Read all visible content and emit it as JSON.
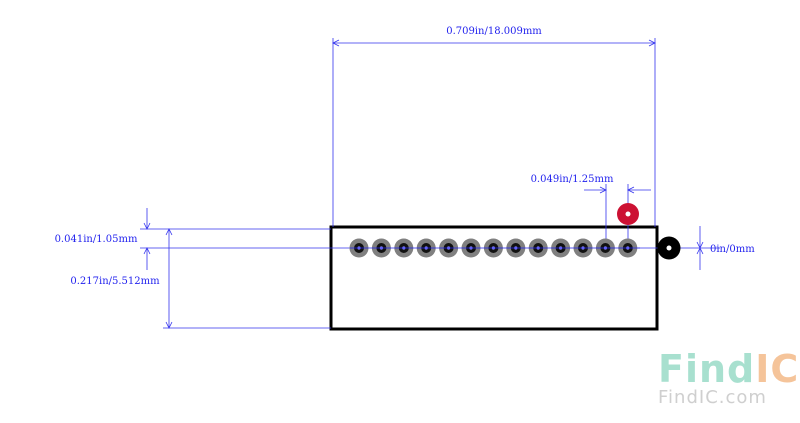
{
  "dimensions": {
    "top_width": "0.709in/18.009mm",
    "pin_pitch": "0.049in/1.25mm",
    "left_offset": "0.041in/1.05mm",
    "body_height": "0.217in/5.512mm",
    "right_offset": "0in/0mm"
  },
  "pins": {
    "count": 13,
    "pin1_marker_color": "#cc1133",
    "pad_color": "#808080",
    "drill_color": "#111111"
  },
  "colors": {
    "dimension_lines": "#2222ee",
    "outline": "#000000",
    "origin_marker": "#000000"
  },
  "watermark": {
    "logo_part1": "Find",
    "logo_part2": "IC",
    "url": "FindIC.com",
    "logo_color1": "#a8e0cf",
    "logo_color2": "#f5c49a"
  }
}
